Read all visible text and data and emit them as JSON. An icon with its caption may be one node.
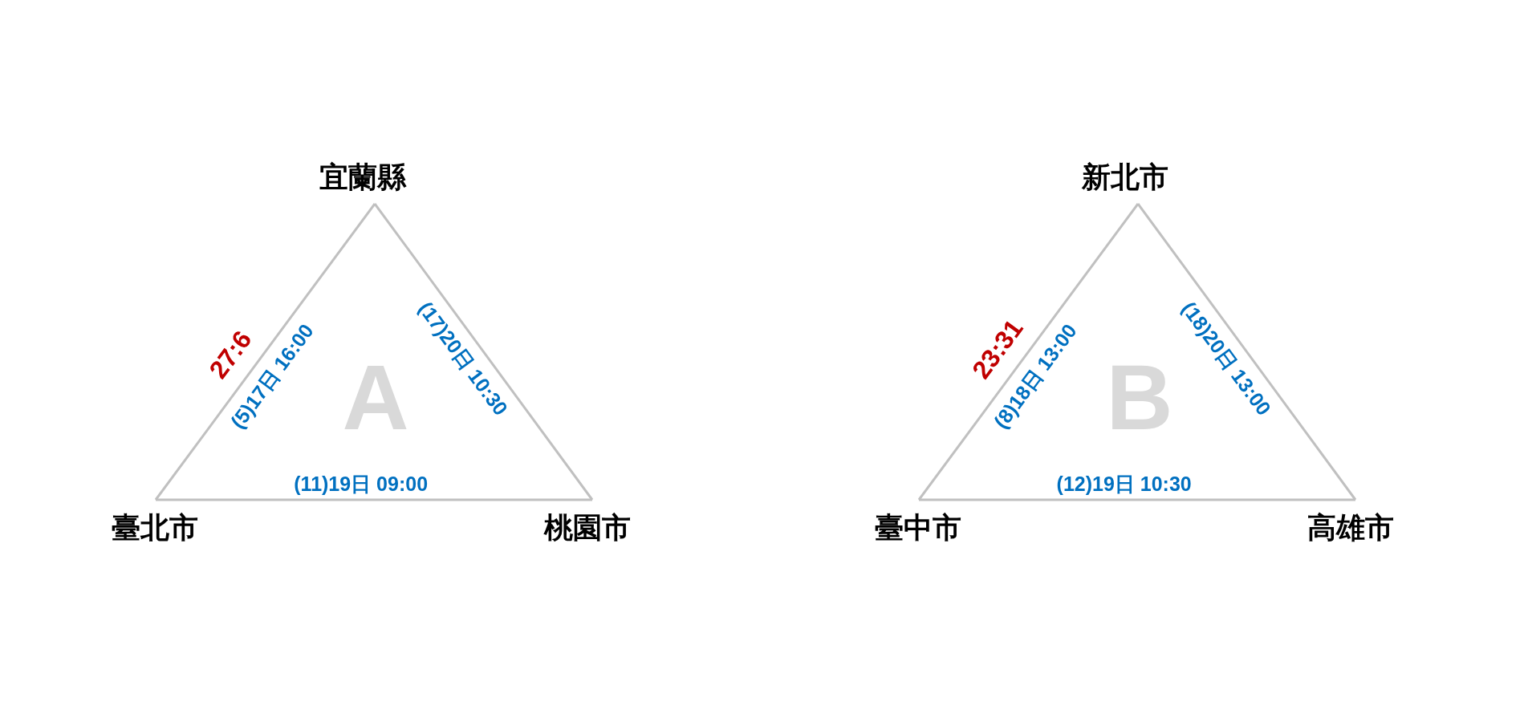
{
  "diagram": {
    "nodes": [
      {
        "text": [
          "宜蘭縣"
        ]
      },
      {
        "text": [
          "臺北市"
        ]
      },
      {
        "text": [
          "桃園市"
        ]
      },
      {
        "text": [
          "新北市"
        ]
      },
      {
        "text": [
          "臺中市"
        ]
      },
      {
        "text": [
          "高雄市"
        ]
      }
    ],
    "edges": [
      {
        "from": 1,
        "to": 0,
        "arrow": "none",
        "label": "(5)17日 16:00"
      },
      {
        "from": 0,
        "to": 2,
        "arrow": "none",
        "label": "(17)20日 10:30"
      },
      {
        "from": 1,
        "to": 2,
        "arrow": "none",
        "label": "(11)19日 09:00"
      },
      {
        "from": 4,
        "to": 3,
        "arrow": "none",
        "label": "(8)18日 13:00"
      },
      {
        "from": 3,
        "to": 5,
        "arrow": "none",
        "label": "(18)20日 13:00"
      },
      {
        "from": 4,
        "to": 5,
        "arrow": "none",
        "label": "(12)19日 10:30"
      }
    ],
    "labels": [
      "27:6",
      "A",
      "23:31",
      "B"
    ]
  }
}
